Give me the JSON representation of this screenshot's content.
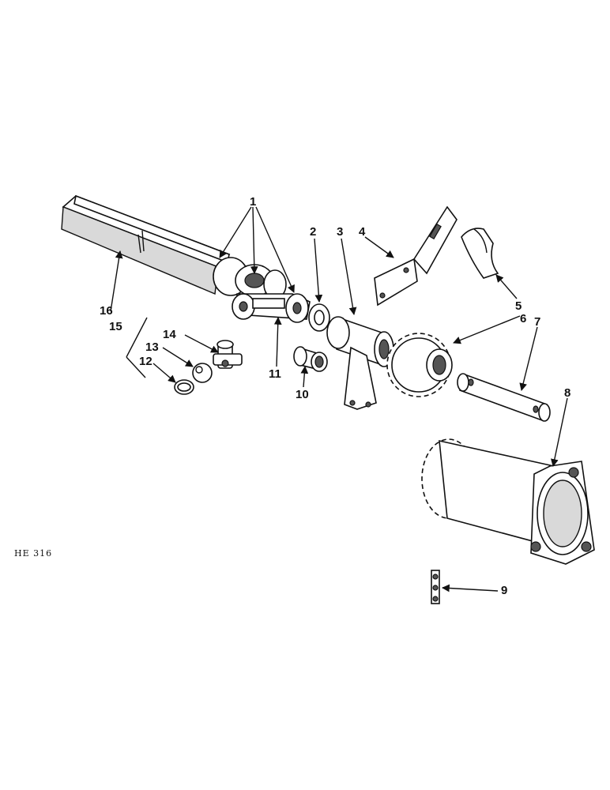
{
  "figure_code": "HE 316",
  "callouts": {
    "c1": "1",
    "c2": "2",
    "c3": "3",
    "c4": "4",
    "c5": "5",
    "c6": "6",
    "c7": "7",
    "c8": "8",
    "c9": "9",
    "c10": "10",
    "c11": "11",
    "c12": "12",
    "c13": "13",
    "c14": "14",
    "c15": "15",
    "c16": "16"
  },
  "colors": {
    "ink": "#111111",
    "paper": "#ffffff"
  }
}
